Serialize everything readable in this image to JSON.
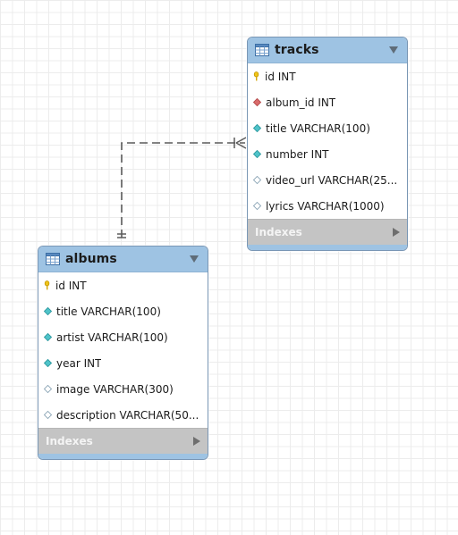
{
  "canvas": {
    "grid_color": "#ececec",
    "background": "#ffffff"
  },
  "colors": {
    "header": "#9ec3e3",
    "indexes_bar": "#c4c4c4",
    "primary_key": "#f0c419",
    "foreign_key": "#d96b6b",
    "not_null_column": "#4fc3c9",
    "nullable_column": "#9fb8c8",
    "relationship_line": "#5b5b5b"
  },
  "tables": {
    "tracks": {
      "title": "tracks",
      "icon": "table-grid-icon",
      "columns": [
        {
          "name": "id INT",
          "kind": "primary-key"
        },
        {
          "name": "album_id INT",
          "kind": "foreign-key"
        },
        {
          "name": "title VARCHAR(100)",
          "kind": "not-null"
        },
        {
          "name": "number INT",
          "kind": "not-null"
        },
        {
          "name": "video_url VARCHAR(25...",
          "kind": "nullable"
        },
        {
          "name": "lyrics VARCHAR(1000)",
          "kind": "nullable"
        }
      ],
      "indexes_label": "Indexes"
    },
    "albums": {
      "title": "albums",
      "icon": "table-grid-icon",
      "columns": [
        {
          "name": "id INT",
          "kind": "primary-key"
        },
        {
          "name": "title VARCHAR(100)",
          "kind": "not-null"
        },
        {
          "name": "artist VARCHAR(100)",
          "kind": "not-null"
        },
        {
          "name": "year INT",
          "kind": "not-null"
        },
        {
          "name": "image VARCHAR(300)",
          "kind": "nullable"
        },
        {
          "name": "description VARCHAR(50...",
          "kind": "nullable"
        }
      ],
      "indexes_label": "Indexes"
    }
  },
  "relationship": {
    "from": "albums",
    "to": "tracks",
    "from_cardinality": "one",
    "to_cardinality": "many",
    "style": "dashed"
  }
}
